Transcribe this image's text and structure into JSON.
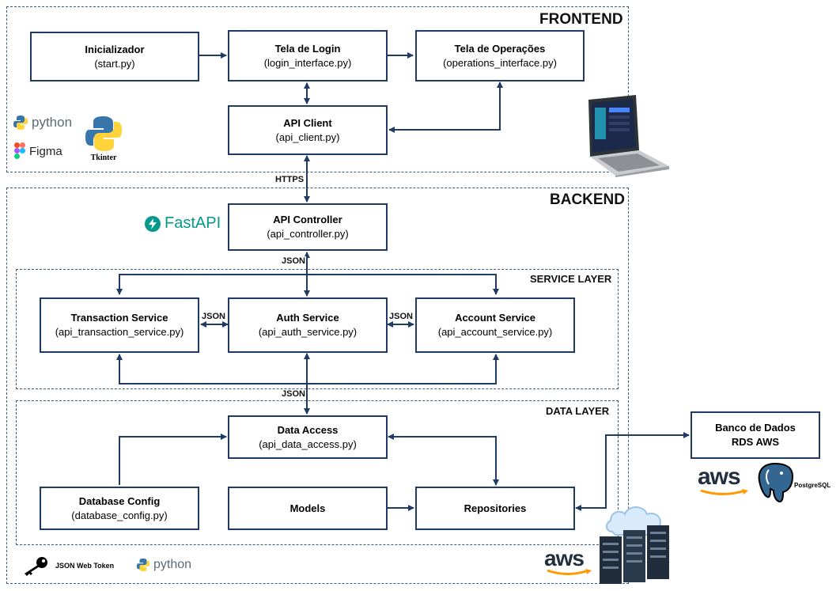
{
  "frontend": {
    "title": "FRONTEND",
    "start": {
      "title": "Inicializador",
      "file": "(start.py)"
    },
    "login": {
      "title": "Tela de Login",
      "file": "(login_interface.py)"
    },
    "operations": {
      "title": "Tela de Operações",
      "file": "(operations_interface.py)"
    },
    "api_client": {
      "title": "API Client",
      "file": "(api_client.py)"
    },
    "logos": {
      "python": "python",
      "figma": "Figma",
      "tkinter": "Tkinter"
    }
  },
  "links": {
    "https": "HTTPS",
    "json1": "JSON",
    "json2": "JSON",
    "json3": "JSON",
    "json4": "JSON"
  },
  "backend": {
    "title": "BACKEND",
    "fastapi": "FastAPI",
    "api_controller": {
      "title": "API Controller",
      "file": "(api_controller.py)"
    },
    "service_layer": {
      "title": "SERVICE LAYER",
      "transaction": {
        "title": "Transaction Service",
        "file": "(api_transaction_service.py)"
      },
      "auth": {
        "title": "Auth Service",
        "file": "(api_auth_service.py)"
      },
      "account": {
        "title": "Account Service",
        "file": "(api_account_service.py)"
      }
    },
    "data_layer": {
      "title": "DATA LAYER",
      "data_access": {
        "title": "Data Access",
        "file": "(api_data_access.py)"
      },
      "database_config": {
        "title": "Database Config",
        "file": "(database_config.py)"
      },
      "models": {
        "title": "Models"
      },
      "repositories": {
        "title": "Repositories"
      }
    },
    "footer": {
      "jwt": "JSON Web Token",
      "python": "python",
      "aws": "aws"
    }
  },
  "database": {
    "title": "Banco de Dados",
    "subtitle": "RDS AWS",
    "aws": "aws",
    "postgres": "PostgreSQL"
  }
}
